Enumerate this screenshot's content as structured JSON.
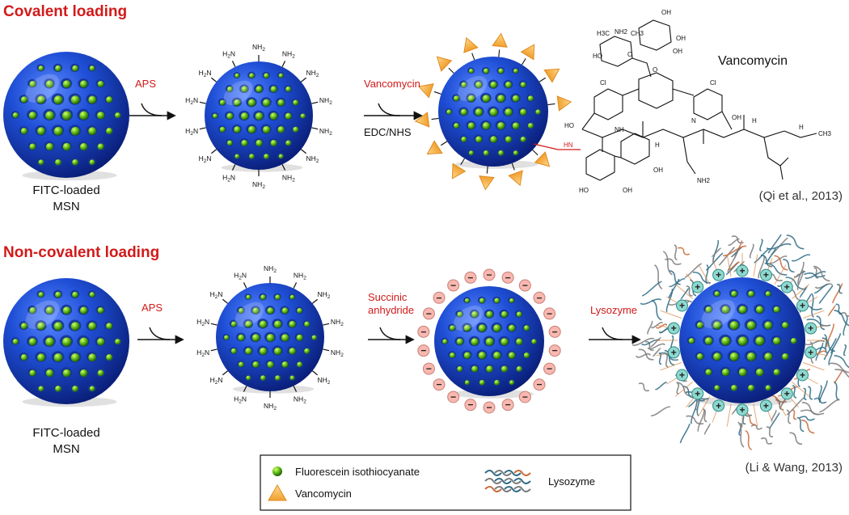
{
  "covalent": {
    "title": "Covalent loading",
    "msn_label_line1": "FITC-loaded",
    "msn_label_line2": "MSN",
    "step1_reagent": "APS",
    "step2_reagent": "Vancomycin",
    "step2_conditions": "EDC/NHS",
    "molecule_name": "Vancomycin",
    "amine": "NH2",
    "amine_left": "H2N",
    "linker": "HN",
    "citation": "(Qi et al., 2013)"
  },
  "noncovalent": {
    "title": "Non-covalent loading",
    "msn_label_line1": "FITC-loaded",
    "msn_label_line2": "MSN",
    "step1_reagent": "APS",
    "step2_reagent_line1": "Succinic",
    "step2_reagent_line2": "anhydride",
    "step3_reagent": "Lysozyme",
    "negative_sign": "−",
    "positive_sign": "+",
    "citation": "(Li & Wang, 2013)"
  },
  "legend": {
    "fitc": "Fluorescein isothiocyanate",
    "vancomycin": "Vancomycin",
    "lysozyme": "Lysozyme"
  },
  "chem_labels": {
    "oh": "OH",
    "ho": "HO",
    "nh2": "NH2",
    "nh": "NH",
    "hn": "HN",
    "h": "H",
    "n": "N",
    "o": "O",
    "cl": "Cl",
    "ch3": "CH3",
    "h3c": "H3C"
  },
  "colors": {
    "sphere_blue": "#1e50d8",
    "green_dot": "#6cc01c",
    "title_red": "#d21a1a",
    "triangle_orange": "#f0a030",
    "negative_pink": "#f8b8b0",
    "positive_teal": "#8fd8d0"
  }
}
